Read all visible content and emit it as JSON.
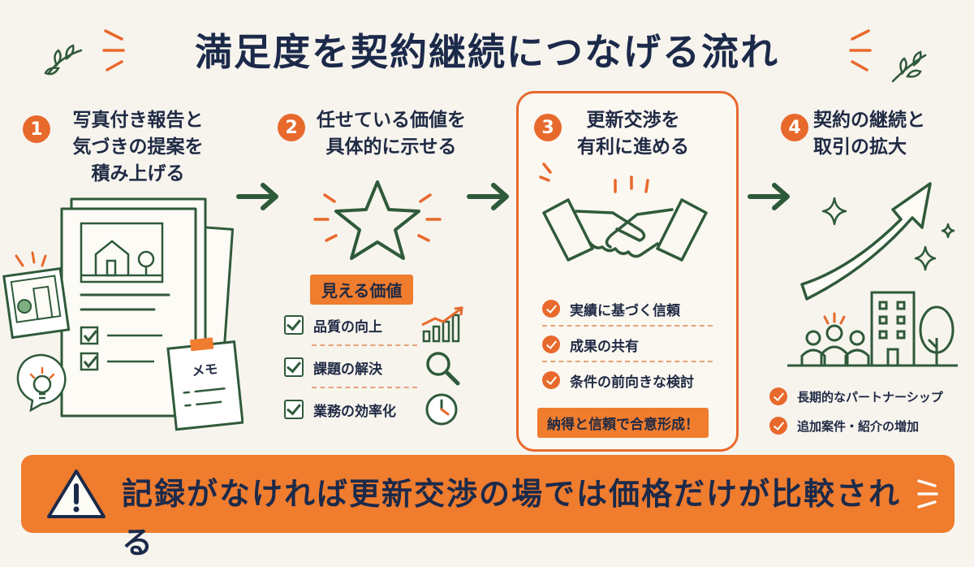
{
  "title": "満足度を契約継続につなげる流れ",
  "steps": [
    {
      "number": "1",
      "title_lines": [
        "写真付き報告と",
        "気づきの提案を",
        "積み上げる"
      ],
      "memo_label": "メモ"
    },
    {
      "number": "2",
      "title_lines": [
        "任せている価値を",
        "具体的に示せる"
      ],
      "tag": "見える価値",
      "checks": [
        "品質の向上",
        "課題の解決",
        "業務の効率化"
      ]
    },
    {
      "number": "3",
      "title_lines": [
        "更新交渉を",
        "有利に進める"
      ],
      "checks": [
        "実績に基づく信頼",
        "成果の共有",
        "条件の前向きな検討"
      ],
      "tag": "納得と信頼で合意形成！"
    },
    {
      "number": "4",
      "title_lines": [
        "契約の継続と",
        "取引の拡大"
      ],
      "checks": [
        "長期的なパートナーシップ",
        "追加案件・紹介の増加"
      ]
    }
  ],
  "banner": {
    "text": "記録がなければ更新交渉の場では価格だけが比較される",
    "icon": "warning-icon"
  },
  "colors": {
    "orange": "#e8692c",
    "green": "#2f5a3a",
    "navy": "#1c2a4a",
    "background": "#f7f4ee"
  }
}
